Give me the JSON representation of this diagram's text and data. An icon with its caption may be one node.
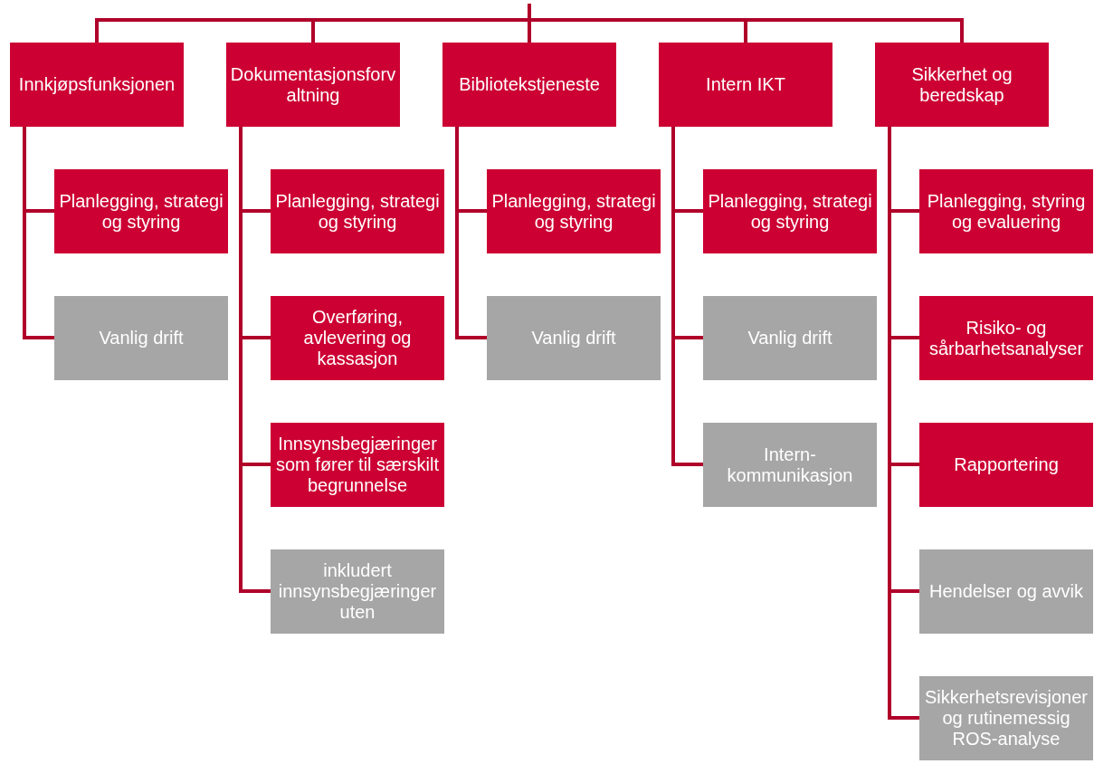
{
  "diagram": {
    "nodes": [
      {
        "text": [
          "Innkjøpsfunksjonen"
        ]
      },
      {
        "text": [
          "Planlegging, strategi og styring"
        ]
      },
      {
        "text": [
          "Vanlig drift"
        ]
      },
      {
        "text": [
          "Dokumentasjonsforvaltning"
        ]
      },
      {
        "text": [
          "Planlegging, strategi og styring"
        ]
      },
      {
        "text": [
          "Overføring, avlevering og kassasjon"
        ]
      },
      {
        "text": [
          "Innsynsbegjæringer som fører til særskilt begrunnelse"
        ]
      },
      {
        "text": [
          "inkludert innsynsbegjæringer uten"
        ]
      },
      {
        "text": [
          "Bibliotekstjeneste"
        ]
      },
      {
        "text": [
          "Planlegging, strategi og styring"
        ]
      },
      {
        "text": [
          "Vanlig drift"
        ]
      },
      {
        "text": [
          "Intern IKT"
        ]
      },
      {
        "text": [
          "Planlegging, strategi og styring"
        ]
      },
      {
        "text": [
          "Vanlig drift"
        ]
      },
      {
        "text": [
          "Intern-kommunikasjon"
        ]
      },
      {
        "text": [
          "Sikkerhet og beredskap"
        ]
      },
      {
        "text": [
          "Planlegging, styring og evaluering"
        ]
      },
      {
        "text": [
          "Risiko- og sårbarhetsanalyser"
        ]
      },
      {
        "text": [
          "Rapportering"
        ]
      },
      {
        "text": [
          "Hendelser og avvik"
        ]
      },
      {
        "text": [
          "Sikkerhetsrevisjoner og rutinemessig ROS-analyse"
        ]
      }
    ],
    "edges": [
      {
        "from": null,
        "to": 0,
        "arrow": "none"
      },
      {
        "from": null,
        "to": 3,
        "arrow": "none"
      },
      {
        "from": null,
        "to": 8,
        "arrow": "none"
      },
      {
        "from": null,
        "to": 11,
        "arrow": "none"
      },
      {
        "from": null,
        "to": 15,
        "arrow": "none"
      },
      {
        "from": 0,
        "to": 1,
        "arrow": "none"
      },
      {
        "from": 0,
        "to": 2,
        "arrow": "none"
      },
      {
        "from": 3,
        "to": 4,
        "arrow": "none"
      },
      {
        "from": 3,
        "to": 5,
        "arrow": "none"
      },
      {
        "from": 3,
        "to": 6,
        "arrow": "none"
      },
      {
        "from": 3,
        "to": 7,
        "arrow": "none"
      },
      {
        "from": 8,
        "to": 9,
        "arrow": "none"
      },
      {
        "from": 8,
        "to": 10,
        "arrow": "none"
      },
      {
        "from": 11,
        "to": 12,
        "arrow": "none"
      },
      {
        "from": 11,
        "to": 13,
        "arrow": "none"
      },
      {
        "from": 11,
        "to": 14,
        "arrow": "none"
      },
      {
        "from": 15,
        "to": 16,
        "arrow": "none"
      },
      {
        "from": 15,
        "to": 17,
        "arrow": "none"
      },
      {
        "from": 15,
        "to": 18,
        "arrow": "none"
      },
      {
        "from": 15,
        "to": 19,
        "arrow": "none"
      },
      {
        "from": 15,
        "to": 20,
        "arrow": "none"
      }
    ]
  }
}
